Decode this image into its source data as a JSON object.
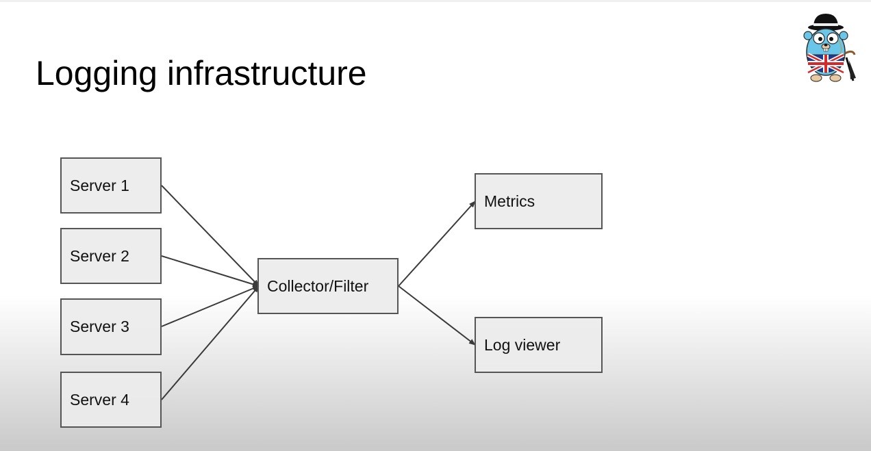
{
  "slide": {
    "title": "Logging infrastructure"
  },
  "diagram": {
    "nodes": {
      "server1": "Server 1",
      "server2": "Server 2",
      "server3": "Server 3",
      "server4": "Server 4",
      "collector": "Collector/Filter",
      "metrics": "Metrics",
      "log_viewer": "Log viewer"
    },
    "edges": [
      {
        "from": "server1",
        "to": "collector"
      },
      {
        "from": "server2",
        "to": "collector"
      },
      {
        "from": "server3",
        "to": "collector"
      },
      {
        "from": "server4",
        "to": "collector"
      },
      {
        "from": "collector",
        "to": "metrics"
      },
      {
        "from": "collector",
        "to": "log_viewer"
      }
    ]
  },
  "icons": {
    "mascot": "gopher-mascot-icon"
  },
  "colors": {
    "box_border": "#555555",
    "box_fill": "#ebebeb",
    "arrow": "#3a3a3a"
  }
}
